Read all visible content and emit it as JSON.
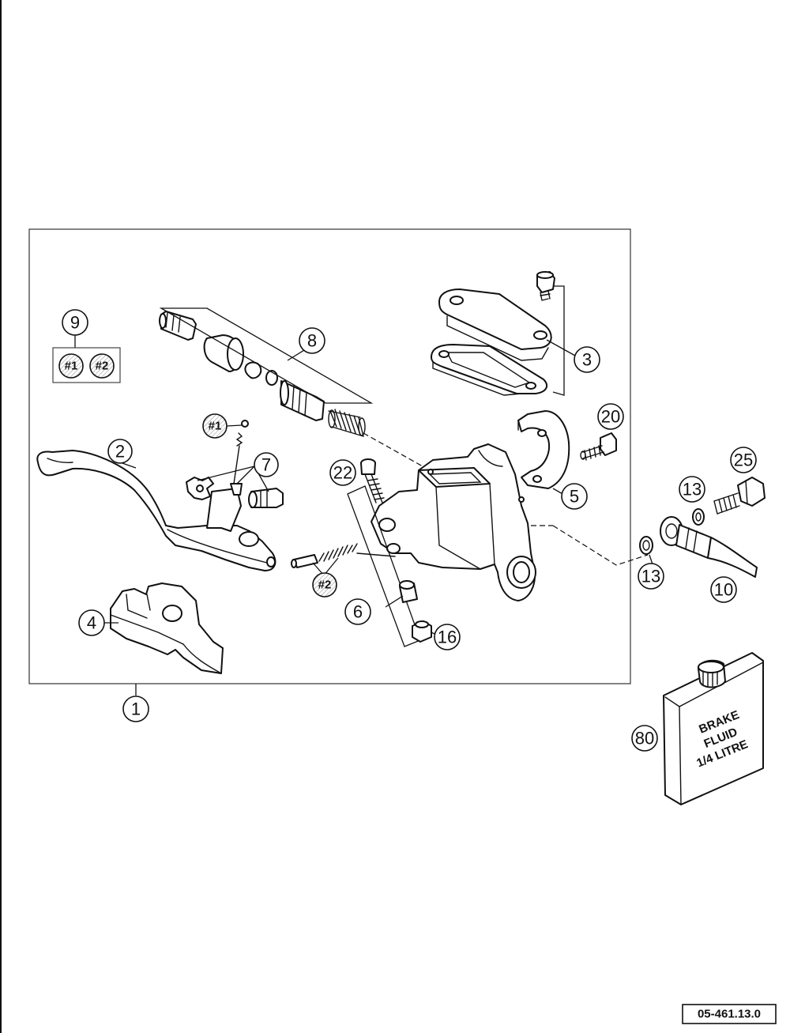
{
  "callouts": {
    "c1": "1",
    "c2": "2",
    "c3": "3",
    "c4": "4",
    "c5": "5",
    "c6": "6",
    "c7": "7",
    "c8": "8",
    "c9": "9",
    "c10": "10",
    "c13a": "13",
    "c13b": "13",
    "c16": "16",
    "c20": "20",
    "c22": "22",
    "c25": "25",
    "c80": "80"
  },
  "markers": {
    "kit1": "#1",
    "kit2": "#2",
    "ref1": "#1",
    "ref2": "#2"
  },
  "can_label": [
    "BRAKE",
    "FLUID",
    "1/4 LITRE"
  ],
  "drawing_code": "05-461.13.0"
}
